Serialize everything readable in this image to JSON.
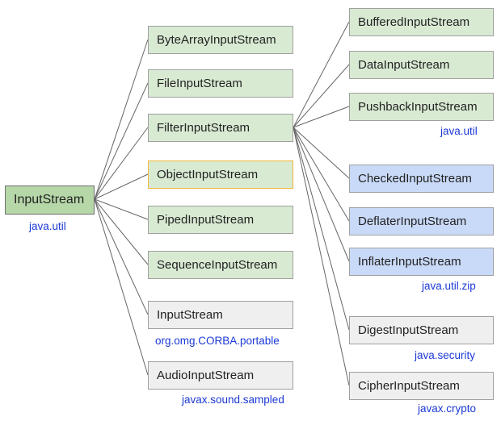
{
  "root": {
    "label": "InputStream",
    "package": "java.util"
  },
  "level1": [
    {
      "label": "ByteArrayInputStream"
    },
    {
      "label": "FileInputStream"
    },
    {
      "label": "FilterInputStream"
    },
    {
      "label": "ObjectInputStream"
    },
    {
      "label": "PipedInputStream"
    },
    {
      "label": "SequenceInputStream"
    },
    {
      "label": "InputStream",
      "package": "org.omg.CORBA.portable"
    },
    {
      "label": "AudioInputStream",
      "package": "javax.sound.sampled"
    }
  ],
  "level2": [
    {
      "label": "BufferedInputStream"
    },
    {
      "label": "DataInputStream"
    },
    {
      "label": "PushbackInputStream",
      "package": "java.util"
    },
    {
      "label": "CheckedInputStream"
    },
    {
      "label": "DeflaterInputStream"
    },
    {
      "label": "InflaterInputStream",
      "package": "java.util.zip"
    },
    {
      "label": "DigestInputStream",
      "package": "java.security"
    },
    {
      "label": "CipherInputStream",
      "package": "javax.crypto"
    }
  ],
  "colors": {
    "root_fill": "#b6d7a8",
    "green_fill": "#d9ead3",
    "blue_fill": "#c9daf8",
    "gray_fill": "#efefef",
    "orange_border": "#f1b53a",
    "package_text": "#1c39d6"
  }
}
